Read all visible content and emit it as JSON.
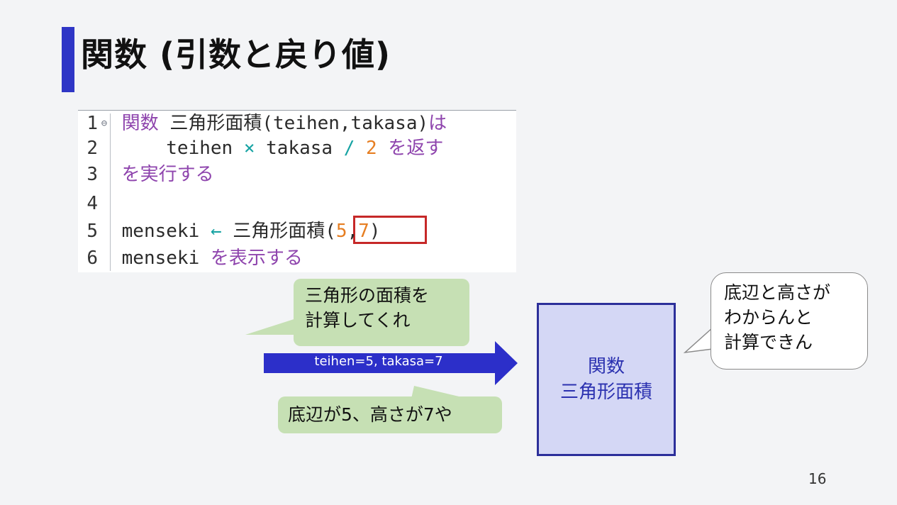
{
  "slide": {
    "title": "関数 (引数と戻り値)",
    "page_number": "16"
  },
  "code": {
    "lines": [
      {
        "num": "1",
        "folded_marker": "⊖",
        "tokens": [
          {
            "t": "関数",
            "c": "kw"
          },
          {
            "t": " 三角形面積(teihen,takasa)",
            "c": "tx"
          },
          {
            "t": "は",
            "c": "kw"
          }
        ]
      },
      {
        "num": "2",
        "tokens": [
          {
            "t": "    teihen ",
            "c": "tx"
          },
          {
            "t": "×",
            "c": "op"
          },
          {
            "t": " takasa ",
            "c": "tx"
          },
          {
            "t": "/",
            "c": "op"
          },
          {
            "t": " ",
            "c": "tx"
          },
          {
            "t": "2",
            "c": "num"
          },
          {
            "t": " を返す",
            "c": "kw"
          }
        ]
      },
      {
        "num": "3",
        "tokens": [
          {
            "t": "を実行する",
            "c": "kw"
          }
        ]
      },
      {
        "num": "4",
        "tokens": []
      },
      {
        "num": "5",
        "tokens": [
          {
            "t": "menseki ",
            "c": "tx"
          },
          {
            "t": "←",
            "c": "op"
          },
          {
            "t": " 三角形面積(",
            "c": "tx"
          },
          {
            "t": "5",
            "c": "num"
          },
          {
            "t": ",",
            "c": "tx"
          },
          {
            "t": "7",
            "c": "num"
          },
          {
            "t": ")",
            "c": "tx"
          }
        ]
      },
      {
        "num": "6",
        "tokens": [
          {
            "t": "menseki ",
            "c": "tx"
          },
          {
            "t": "を表示する",
            "c": "kw"
          }
        ]
      }
    ]
  },
  "bubbles": {
    "request": "三角形の面積を\n計算してくれ",
    "reply": "底辺が5、高さが7や"
  },
  "arrow": {
    "label": "teihen=5, takasa=7"
  },
  "function_box": {
    "line1": "関数",
    "line2": "三角形面積"
  },
  "callout": {
    "text": "底辺と高さが\nわからんと\n計算できん"
  },
  "colors": {
    "accent": "#2f36c6",
    "keyword": "#8e44ad",
    "operator": "#16a3a3",
    "number": "#e67e22",
    "highlight_border": "#c62828",
    "bubble_green": "#c6e0b4",
    "function_fill": "#d4d7f5",
    "function_text": "#2b31b0"
  }
}
